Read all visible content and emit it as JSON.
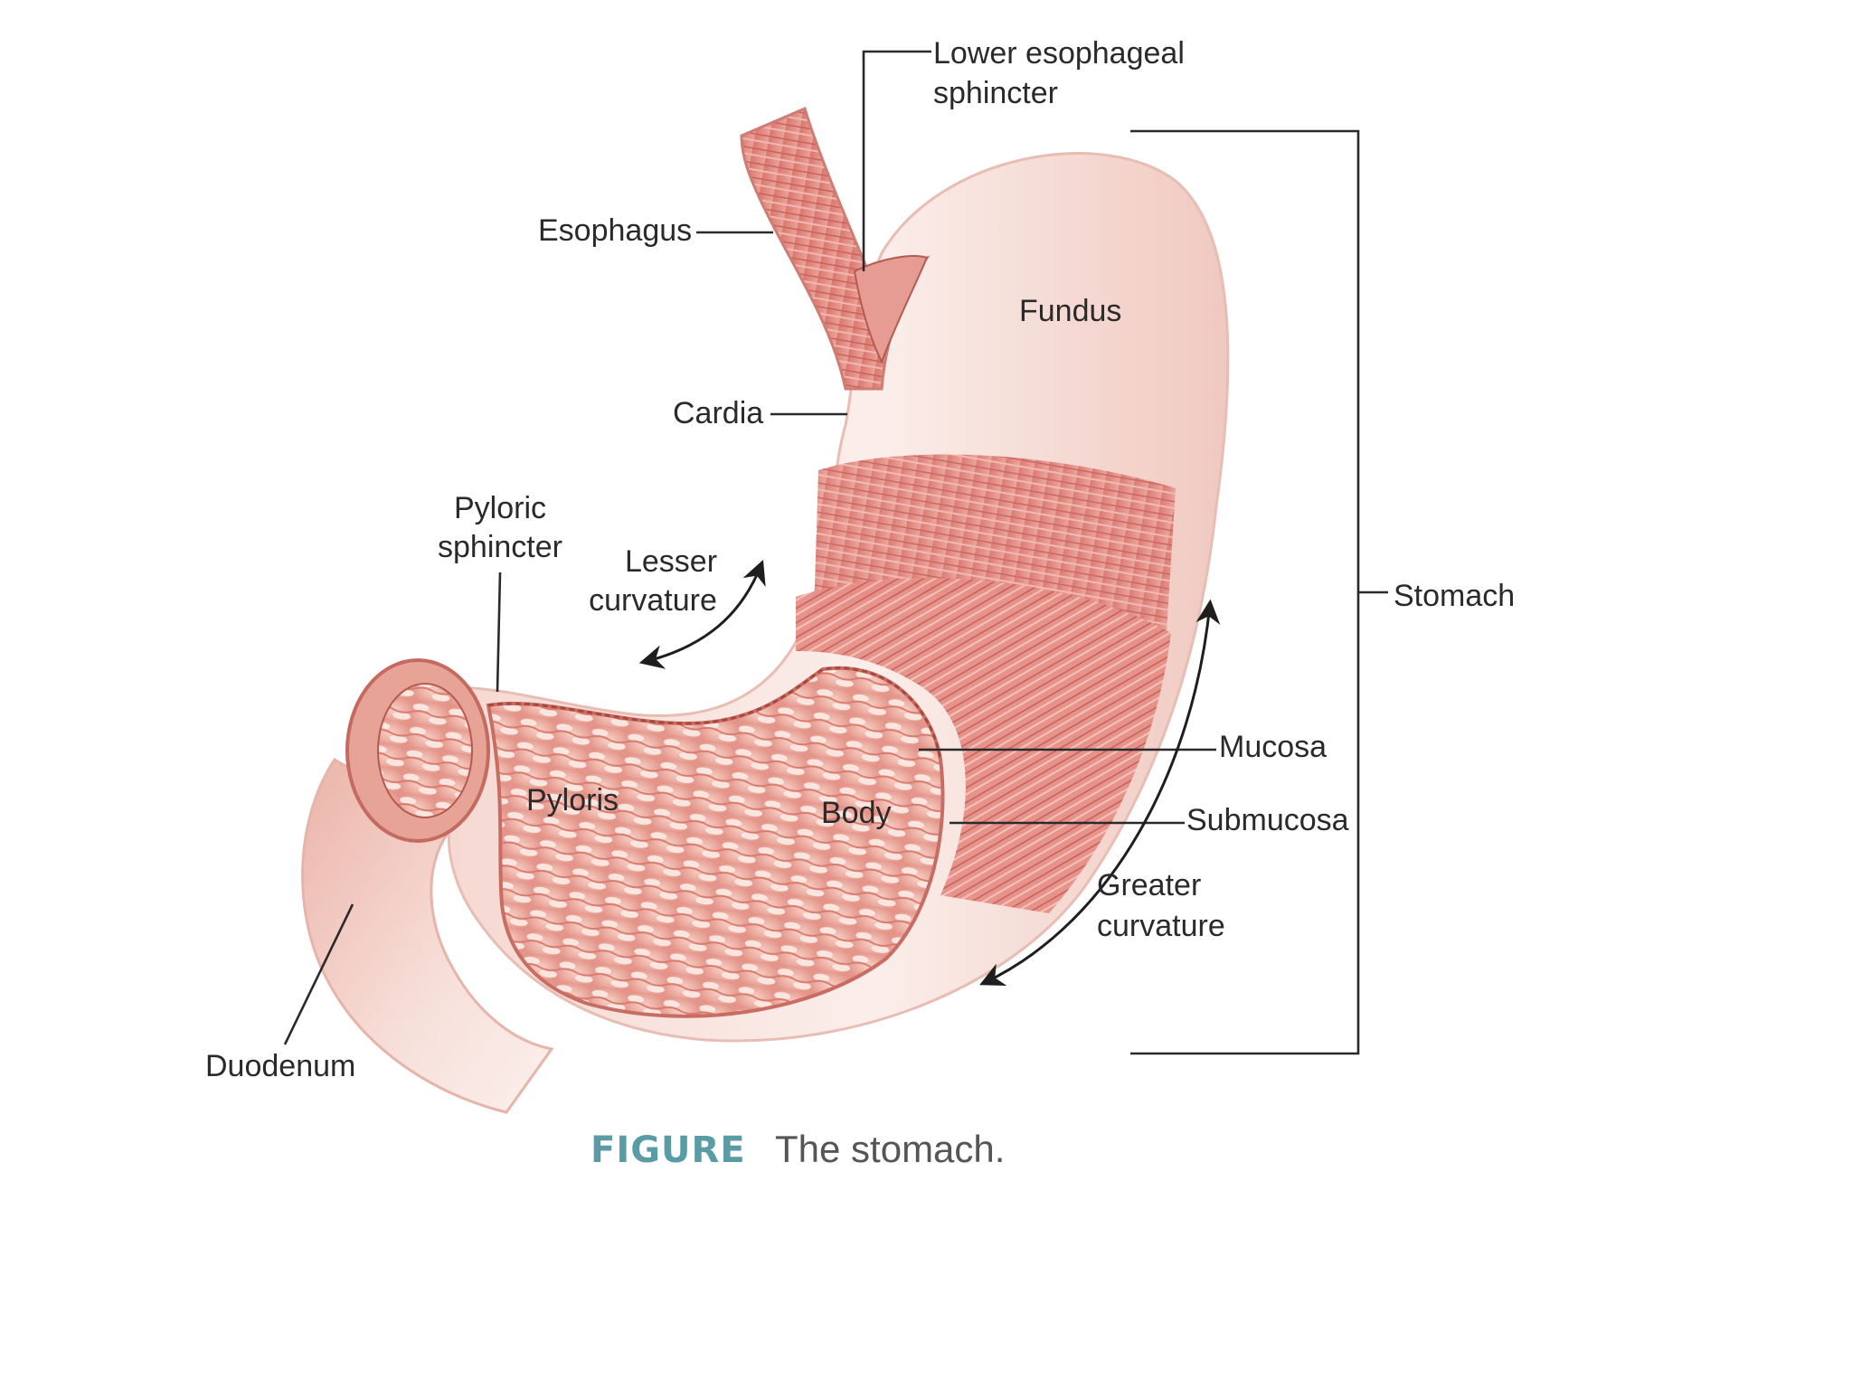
{
  "diagram": {
    "labels": {
      "les_1": "Lower esophageal",
      "les_2": "sphincter",
      "esophagus": "Esophagus",
      "fundus": "Fundus",
      "cardia": "Cardia",
      "pyloric_1": "Pyloric",
      "pyloric_2": "sphincter",
      "lesser_1": "Lesser",
      "lesser_2": "curvature",
      "stomach": "Stomach",
      "mucosa": "Mucosa",
      "submucosa": "Submucosa",
      "pyloris": "Pyloris",
      "body": "Body",
      "greater_1": "Greater",
      "greater_2": "curvature",
      "duodenum": "Duodenum"
    },
    "caption": {
      "tag": "FIGURE",
      "text": "The stomach."
    }
  }
}
